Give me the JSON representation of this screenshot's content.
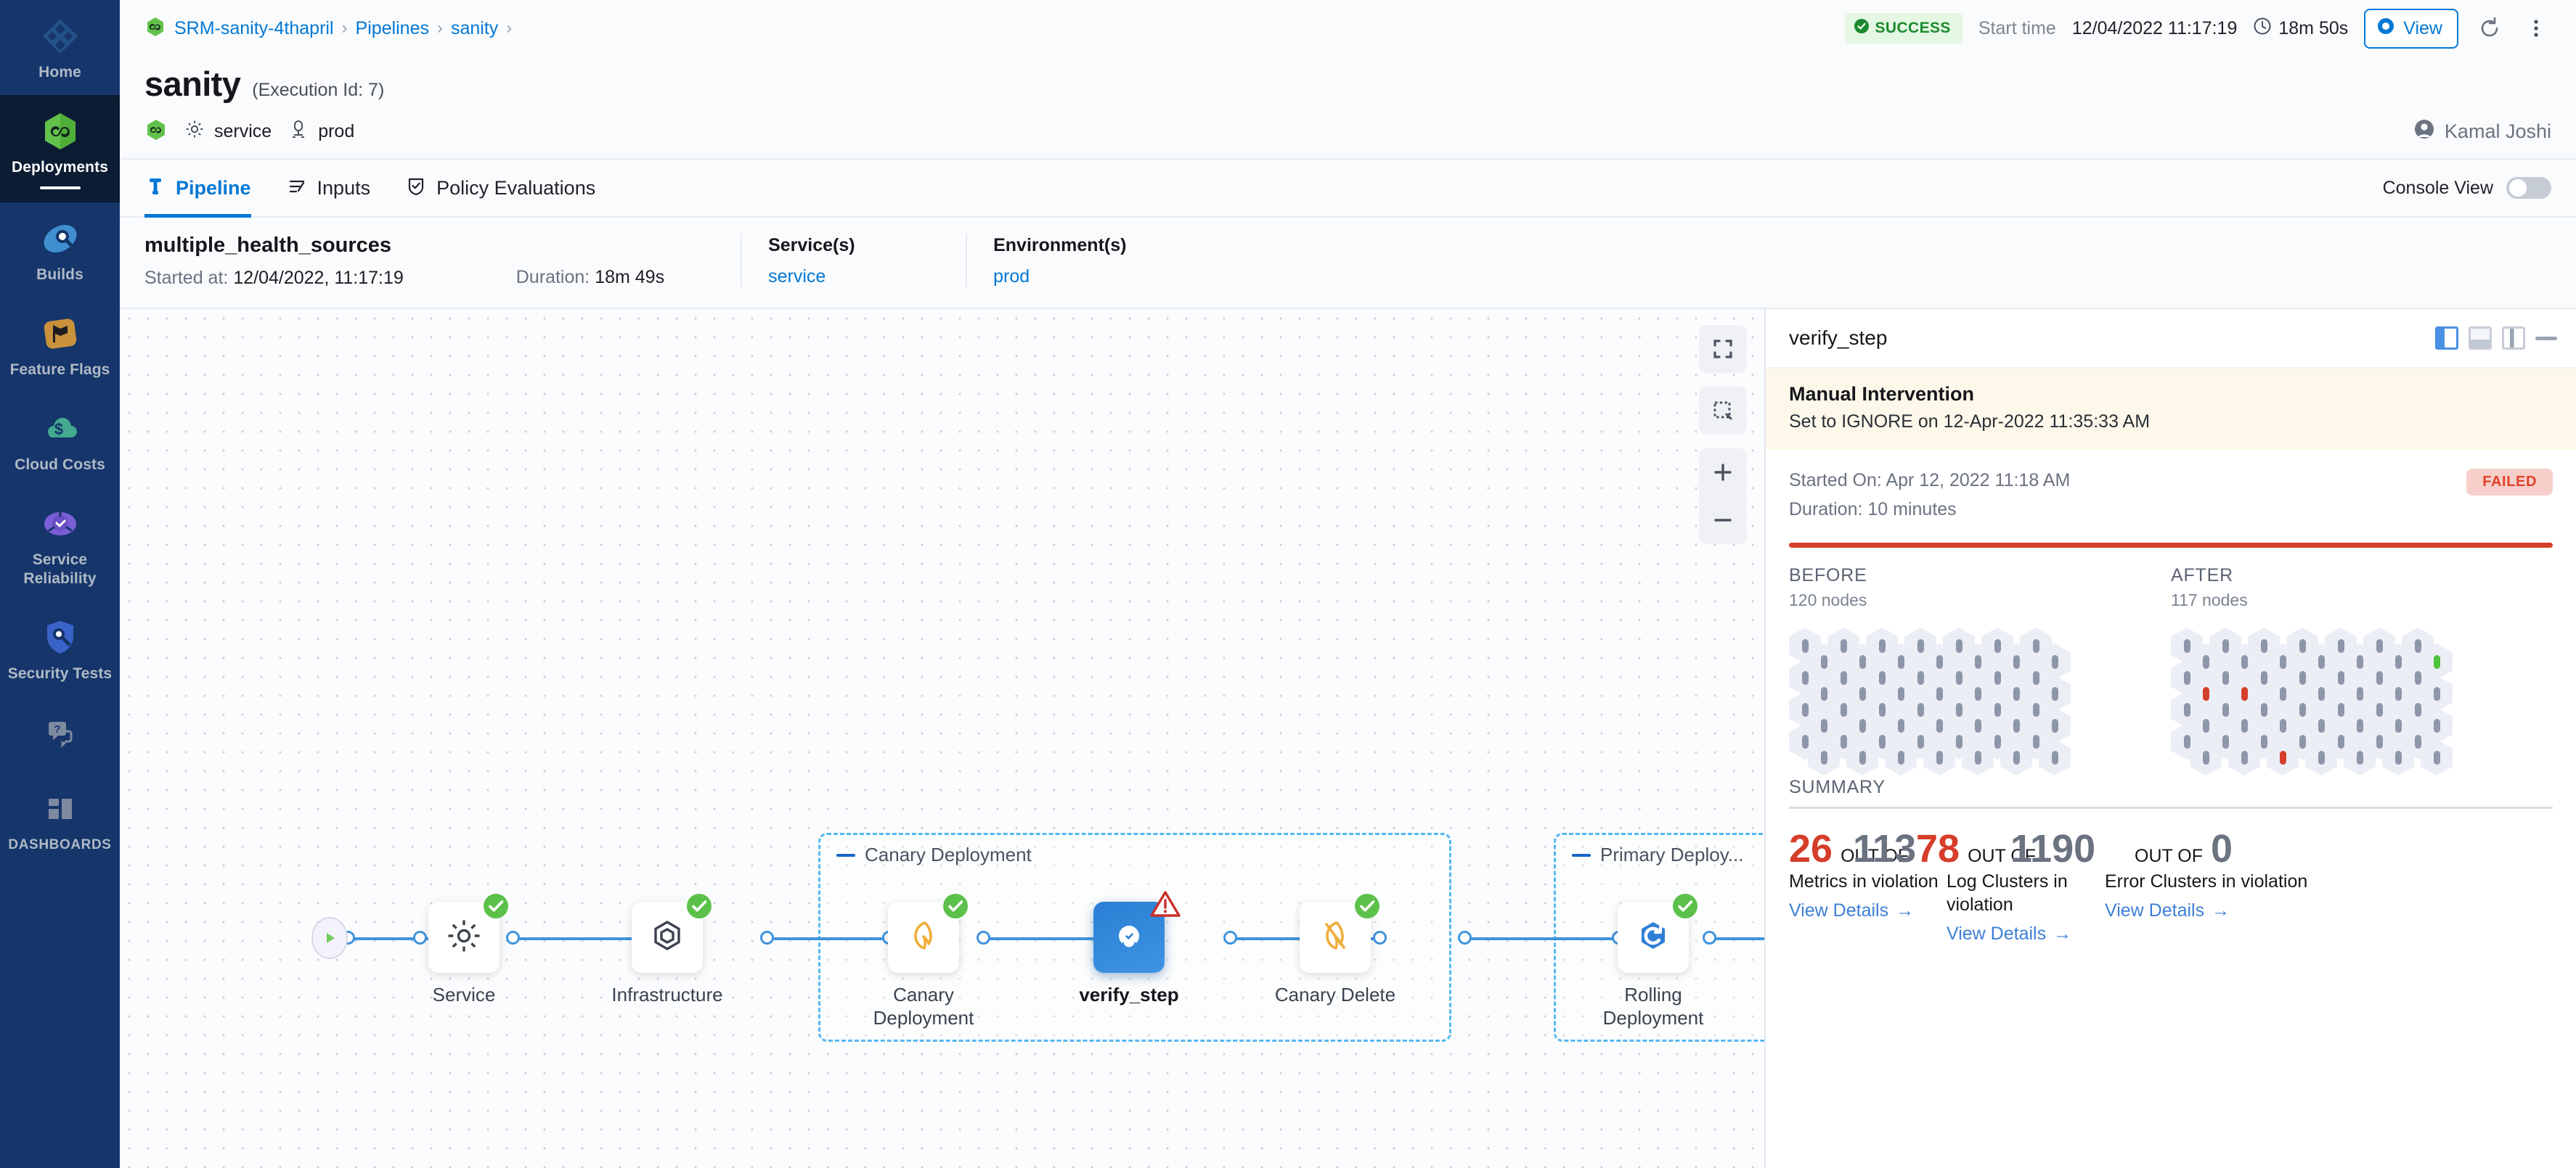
{
  "sidebar": {
    "items": [
      {
        "label": "Home",
        "icon": "home-diamond-icon",
        "active": false
      },
      {
        "label": "Deployments",
        "icon": "deployments-infinity-icon",
        "active": true
      },
      {
        "label": "Builds",
        "icon": "builds-icon",
        "active": false
      },
      {
        "label": "Feature Flags",
        "icon": "feature-flags-icon",
        "active": false
      },
      {
        "label": "Cloud Costs",
        "icon": "cloud-costs-icon",
        "active": false
      },
      {
        "label": "Service Reliability",
        "icon": "service-reliability-icon",
        "active": false
      },
      {
        "label": "Security Tests",
        "icon": "security-shield-icon",
        "active": false
      },
      {
        "label": "",
        "icon": "help-chat-icon",
        "active": false
      },
      {
        "label": "DASHBOARDS",
        "icon": "dashboards-grid-icon",
        "active": false
      }
    ]
  },
  "topbar": {
    "breadcrumbs": [
      "SRM-sanity-4thapril",
      "Pipelines",
      "sanity"
    ],
    "status": "SUCCESS",
    "start_time_label": "Start time",
    "start_time_value": "12/04/2022 11:17:19",
    "duration": "18m 50s",
    "view_button": "View",
    "refresh_icon": "refresh-icon",
    "more_icon": "more-vertical-icon"
  },
  "header": {
    "title": "sanity",
    "execution_id": "(Execution Id: 7)",
    "service_chip": "service",
    "environment_chip": "prod",
    "user": "Kamal Joshi"
  },
  "tabs": [
    {
      "label": "Pipeline",
      "icon": "pipeline-icon",
      "active": true
    },
    {
      "label": "Inputs",
      "icon": "inputs-icon",
      "active": false
    },
    {
      "label": "Policy Evaluations",
      "icon": "policy-shield-icon",
      "active": false
    }
  ],
  "console_view": {
    "label": "Console View",
    "on": false
  },
  "stage": {
    "name": "multiple_health_sources",
    "started_label": "Started at:",
    "started_value": "12/04/2022, 11:17:19",
    "duration_label": "Duration:",
    "duration_value": "18m 49s",
    "services_header": "Service(s)",
    "services_value": "service",
    "environments_header": "Environment(s)",
    "environments_value": "prod"
  },
  "graph": {
    "groups": [
      {
        "label": "Canary Deployment"
      },
      {
        "label": "Primary Deploy..."
      }
    ],
    "nodes": [
      {
        "label": "Service",
        "icon": "gear-icon",
        "status": "success",
        "selected": false
      },
      {
        "label": "Infrastructure",
        "icon": "hexagon-infra-icon",
        "status": "success",
        "selected": false
      },
      {
        "label": "Canary Deployment",
        "icon": "canary-bird-icon",
        "status": "success",
        "selected": false
      },
      {
        "label": "verify_step",
        "icon": "verify-icon",
        "status": "warning",
        "selected": true
      },
      {
        "label": "Canary Delete",
        "icon": "canary-delete-icon",
        "status": "success",
        "selected": false
      },
      {
        "label": "Rolling Deployment",
        "icon": "rolling-deployment-icon",
        "status": "success",
        "selected": false
      }
    ],
    "tools": [
      {
        "name": "fit-to-screen-icon"
      },
      {
        "name": "selection-box-icon"
      },
      {
        "name": "zoom-in-icon"
      },
      {
        "name": "zoom-out-icon"
      }
    ]
  },
  "panel": {
    "title": "verify_step",
    "view_modes": [
      "panel-left-view",
      "panel-bottom-view",
      "panel-split-view"
    ],
    "minimize_icon": "minimize-icon",
    "manual_intervention": {
      "title": "Manual Intervention",
      "subtitle": "Set to IGNORE on 12-Apr-2022 11:35:33 AM"
    },
    "started_on": "Started On: Apr 12, 2022 11:18 AM",
    "duration": "Duration: 10 minutes",
    "status_badge": "FAILED",
    "before": {
      "header": "BEFORE",
      "nodes": "120 nodes"
    },
    "after": {
      "header": "AFTER",
      "nodes": "117 nodes"
    },
    "summary_header": "SUMMARY",
    "summary_cards": [
      {
        "value": "26",
        "value_color": "red",
        "out_of_label": "OUT OF",
        "total": "113",
        "total_color": "grey",
        "description": "Metrics in violation",
        "link": "View Details"
      },
      {
        "value": "78",
        "value_color": "red",
        "out_of_label": "OUT OF",
        "total": "1190",
        "total_color": "grey",
        "description": "Log Clusters in violation",
        "link": "View Details"
      },
      {
        "value": "0",
        "value_color": "grey",
        "out_of_label": "OUT OF",
        "total": "0",
        "total_color": "grey",
        "description": "Error Clusters in violation",
        "link": "View Details"
      }
    ]
  },
  "colors": {
    "accent": "#0278d5",
    "success": "#5cb85c",
    "danger": "#d43e2a",
    "sidebar": "#15356b",
    "sidebar_active": "#0b1c33"
  }
}
